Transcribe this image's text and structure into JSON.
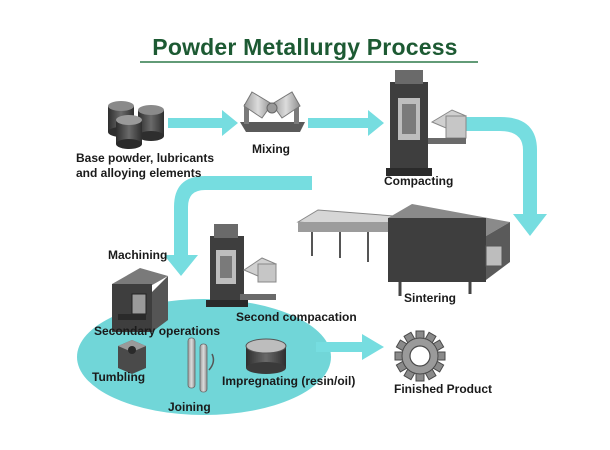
{
  "title": "Powder Metallurgy Process",
  "colors": {
    "title": "#1d5a33",
    "arrow": "#76dde0",
    "ellipse": "#71d6d8",
    "machine": "#3e3e3e",
    "machine_light": "#bdbdbd"
  },
  "steps": {
    "base_powder_line1": "Base powder, lubricants",
    "base_powder_line2": "and alloying elements",
    "mixing": "Mixing",
    "compacting": "Compacting",
    "sintering": "Sintering",
    "machining": "Machining",
    "secondary_operations": "Secondary operations",
    "second_compaction": "Second compacation",
    "tumbling": "Tumbling",
    "joining": "Joining",
    "impregnating": "Impregnating (resin/oil)",
    "finished_product": "Finished Product"
  },
  "icons": [
    "powder-drums-icon",
    "mixer-icon",
    "compacting-press-icon",
    "sintering-furnace-icon",
    "machining-center-icon",
    "second-press-icon",
    "tumbling-part-icon",
    "joining-rods-icon",
    "impregnating-tank-icon",
    "finished-gear-icon"
  ]
}
